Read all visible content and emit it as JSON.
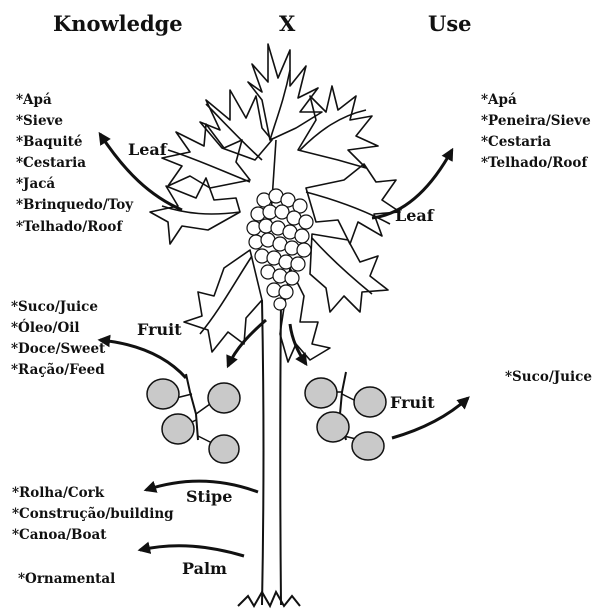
{
  "headers": {
    "knowledge": "Knowledge",
    "x": "X",
    "use": "Use"
  },
  "labels": {
    "leaf_left": "Leaf",
    "leaf_right": "Leaf",
    "fruit_left": "Fruit",
    "fruit_right": "Fruit",
    "stipe": "Stipe",
    "palm": "Palm"
  },
  "knowledge": {
    "leaf": [
      "*Apá",
      "*Sieve",
      "*Baquité",
      "*Cestaria",
      "*Jacá",
      "*Brinquedo/Toy",
      "*Telhado/Roof"
    ],
    "fruit": [
      "*Suco/Juice",
      "*Óleo/Oil",
      "*Doce/Sweet",
      "*Ração/Feed"
    ],
    "stipe": [
      "*Rolha/Cork",
      "*Construção/building",
      "*Canoa/Boat"
    ],
    "palm": [
      "*Ornamental"
    ]
  },
  "use": {
    "leaf": [
      "*Apá",
      "*Peneira/Sieve",
      "*Cestaria",
      "*Telhado/Roof"
    ],
    "fruit": [
      "*Suco/Juice"
    ]
  }
}
